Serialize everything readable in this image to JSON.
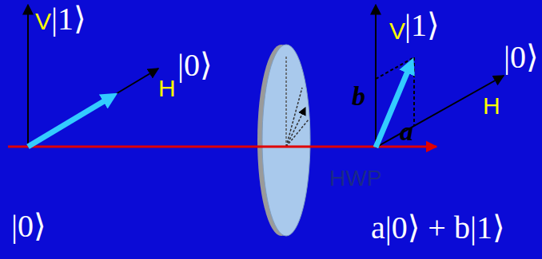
{
  "diagram": {
    "labels": [
      "V",
      "|1⟩",
      "H",
      "|0⟩",
      "|0⟩",
      "HWP",
      "V",
      "|1⟩",
      "b",
      "H",
      "|0⟩",
      "a",
      "a|0⟩ + b|1⟩"
    ]
  }
}
